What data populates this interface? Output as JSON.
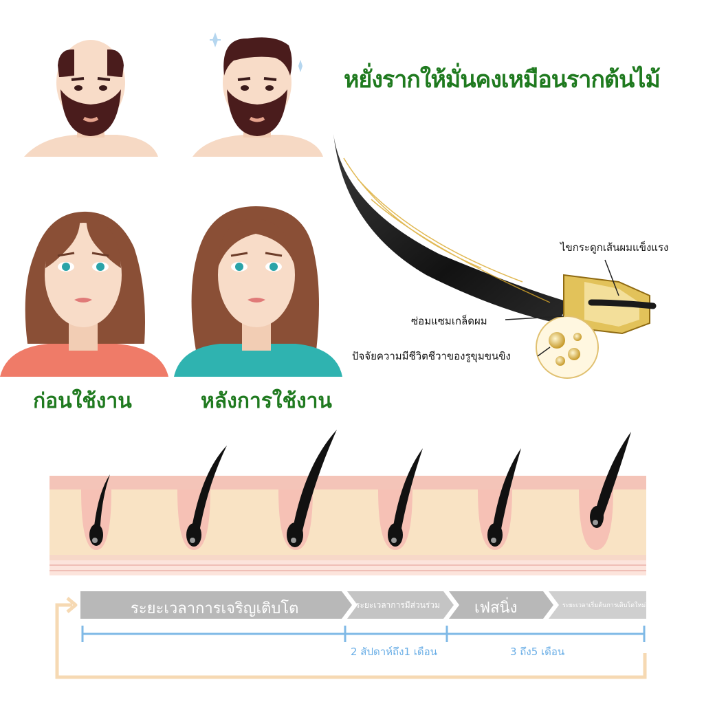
{
  "headline": "หยั่งรากให้มั่นคงเหมือนรากต้นไม้",
  "captions": {
    "before": "ก่อนใช้งาน",
    "after": "หลังการใช้งาน"
  },
  "annotations": {
    "cortex": "ไขกระดูกเส้นผมแข็งแรง",
    "repair": "ซ่อมแซมเกล็ดผม",
    "follicle": "ปัจจัยความมีชีวิตชีวาของรูขุมขนขิง"
  },
  "cycle": {
    "phases": [
      "ระยะเวลาการเจริญเติบโต",
      "ระยะเวลาการมีส่วนร่วม",
      "เฟสนิ่ง",
      "ระยะเวลาเริ่มต้นการเติบโตใหม่"
    ],
    "durations": [
      "2 สัปดาห์ถึง1 เดือน",
      "3 ถึง5 เดือน"
    ]
  },
  "colors": {
    "headline": "#1f7a1f",
    "phase_bar": "#b8b8b8",
    "timeline": "#7fb9e6",
    "loop_arrow": "#f6d9b3"
  }
}
